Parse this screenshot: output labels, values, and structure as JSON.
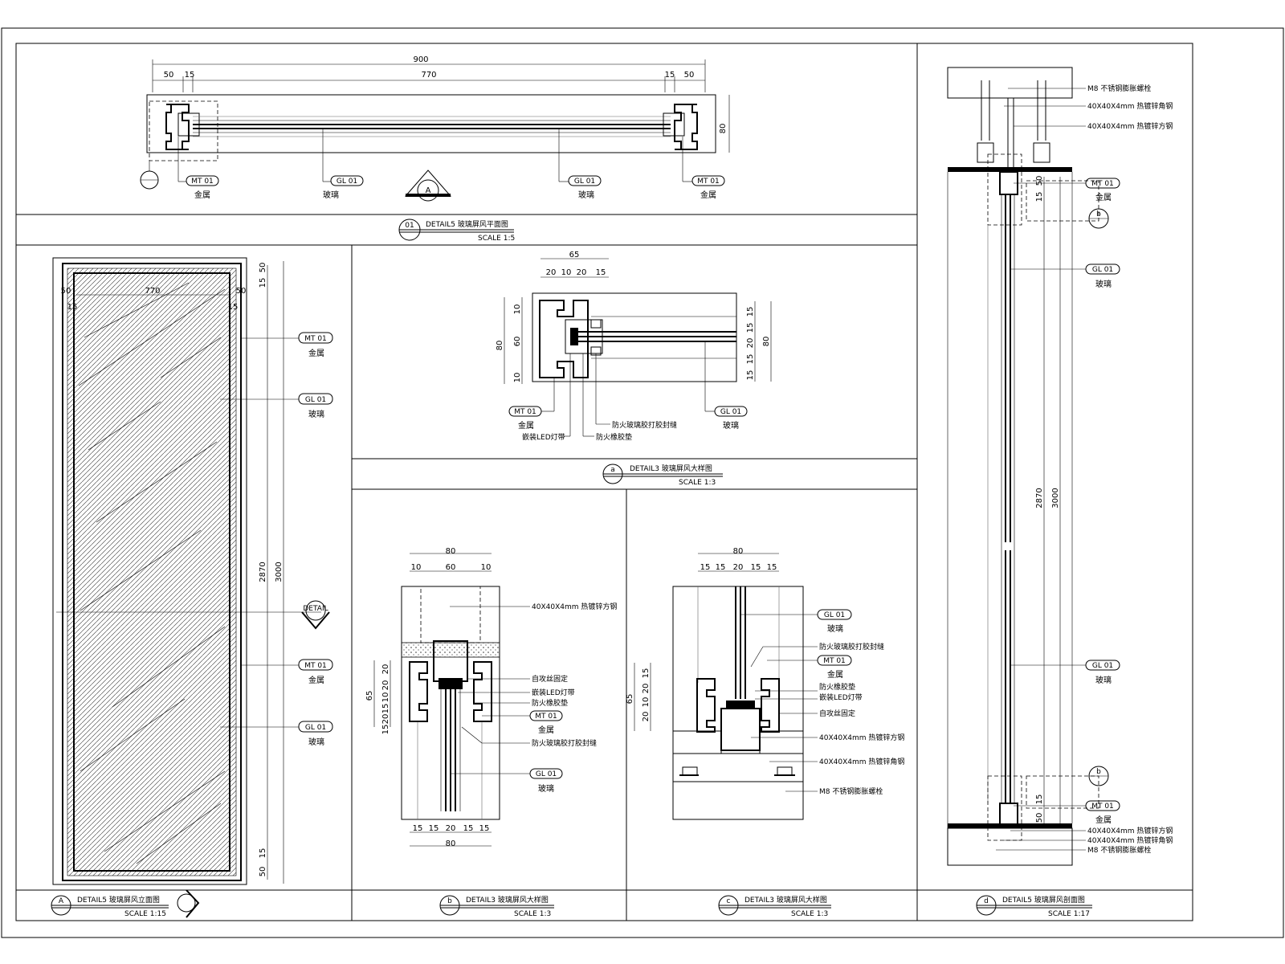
{
  "title_blocks": [
    {
      "num": "01",
      "title": "DETAIL5 玻璃屏风平面图",
      "scale": "SCALE 1:5"
    },
    {
      "num": "A",
      "title": "DETAIL5 玻璃屏风立面图",
      "scale": "SCALE 1:15"
    },
    {
      "num": "a",
      "title": "DETAIL3 玻璃屏风大样图",
      "scale": "SCALE 1:3"
    },
    {
      "num": "b",
      "title": "DETAIL3 玻璃屏风大样图",
      "scale": "SCALE 1:3"
    },
    {
      "num": "c",
      "title": "DETAIL3 玻璃屏风大样图",
      "scale": "SCALE 1:3"
    },
    {
      "num": "d",
      "title": "DETAIL5 玻璃屏风剖面图",
      "scale": "SCALE 1:17"
    }
  ],
  "tags": {
    "metal": "MT 01",
    "glass": "GL 01",
    "glass_c": "GL 01"
  },
  "materials": {
    "metal": "金属",
    "glass": "玻璃"
  },
  "notes": {
    "steel_square": "40X40X4mm 热镀锌方钢",
    "steel_angle": "40X40X4mm 热镀锌角钢",
    "bolt": "M8 不锈钢膨胀螺栓",
    "sealant": "防火玻璃胶打胶封缝",
    "led": "嵌装LED灯带",
    "pad": "防火橡胶垫",
    "screw": "自攻丝固定"
  },
  "plan": {
    "total": "900",
    "d50a": "50",
    "d15a": "15",
    "d770": "770",
    "d15b": "15",
    "d50b": "50",
    "depth": "80",
    "marker": "A"
  },
  "elev": {
    "w770": "770",
    "l50": "50",
    "l15": "15",
    "r50": "50",
    "r15": "15",
    "h2870": "2870",
    "h3000": "3000",
    "t15": "15",
    "t50": "50",
    "b50": "50",
    "b15": "15",
    "callout": "DETAIL"
  },
  "det_a": {
    "w65": "65",
    "d20a": "20",
    "d10": "10",
    "d20b": "20",
    "d15": "15",
    "h80": "80",
    "h60": "60",
    "h10a": "10",
    "h10b": "10",
    "r15a": "15",
    "r15b": "15",
    "r20": "20",
    "r15c": "15",
    "r15d": "15",
    "r80": "80"
  },
  "det_b": {
    "w80": "80",
    "d10a": "10",
    "d60": "60",
    "d10b": "10",
    "h65": "65",
    "h20a": "20",
    "h20b": "20",
    "h10": "10",
    "h15a": "15",
    "h20c": "20",
    "h15b": "15",
    "bw80": "80",
    "b15a": "15",
    "b15b": "15",
    "b20": "20",
    "b15c": "15",
    "b15d": "15"
  },
  "det_c": {
    "w80": "80",
    "d15a": "15",
    "d15b": "15",
    "d20": "20",
    "d15c": "15",
    "d15d": "15",
    "h65": "65",
    "h15": "15",
    "h20a": "20",
    "h10": "10",
    "h20b": "20"
  },
  "sect": {
    "h2870": "2870",
    "h3000": "3000",
    "t50": "50",
    "t15": "15",
    "b15": "15",
    "b50": "50",
    "mark": "b"
  }
}
